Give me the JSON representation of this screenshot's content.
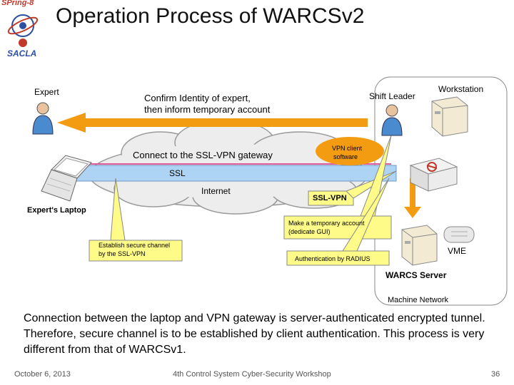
{
  "slide": {
    "title": "Operation Process of WARCSv2",
    "logo": {
      "top": "SPring-8",
      "bottom": "SACLA"
    }
  },
  "labels": {
    "expert": "Expert",
    "confirm_line1": "Confirm Identity of expert,",
    "confirm_line2": "then inform temporary account",
    "shift_leader": "Shift Leader",
    "workstation": "Workstation",
    "connect_gateway": "Connect to the SSL-VPN gateway",
    "vpn_client_line1": "VPN client",
    "vpn_client_line2": "software",
    "ssl": "SSL",
    "internet": "Internet",
    "ssl_vpn": "SSL-VPN",
    "experts_laptop": "Expert's Laptop",
    "make_temp_line1": "Make a temporary account",
    "make_temp_line2": "(dedicate GUI)",
    "establish_line1": "Establish secure channel",
    "establish_line2": "by the SSL-VPN",
    "auth_radius": "Authentication by RADIUS",
    "vme": "VME",
    "warcs_server": "WARCS Server",
    "machine_network": "Machine Network"
  },
  "body_text": "Connection between the laptop and VPN gateway is server-authenticated encrypted tunnel.  Therefore, secure channel is to be established by client authentication.  This process is very different from that of WARCSv1.",
  "footer": {
    "date": "October 6, 2013",
    "event": "4th Control System Cyber-Security Workshop",
    "page": "36"
  },
  "colors": {
    "arrow": "#f39c12",
    "callout": "#fffb88",
    "ssl_bar": "#aed4f5",
    "network_box": "#888888"
  }
}
